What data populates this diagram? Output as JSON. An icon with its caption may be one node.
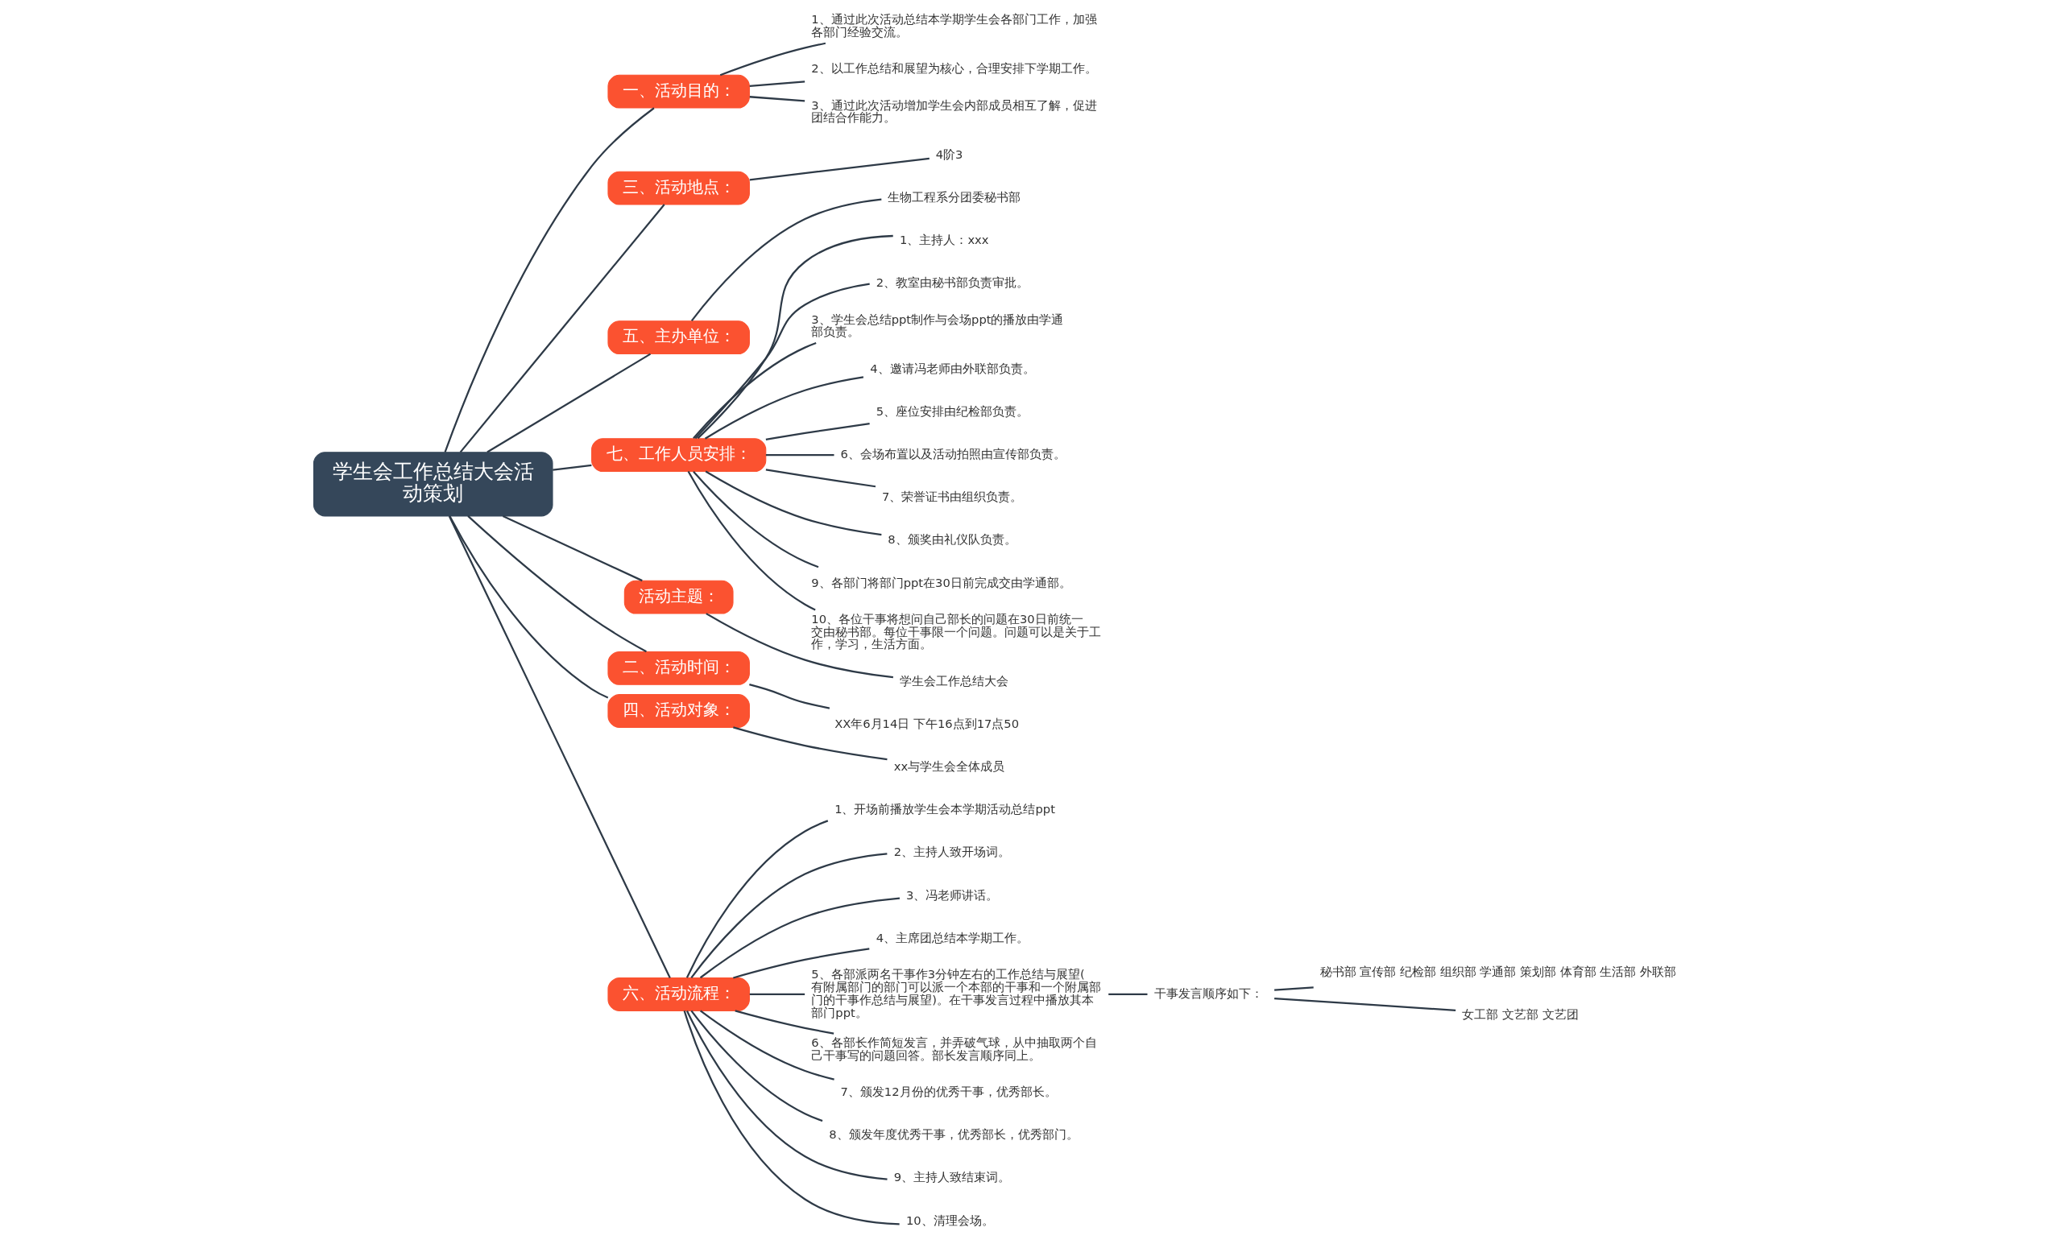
{
  "diagram": {
    "nodes": [
      {
        "text": [
          "学生会工作总结大会活动策划"
        ]
      },
      {
        "text": [
          "一、活动目的："
        ]
      },
      {
        "text": [
          "1、通过此次活动总结本学期学生会各部门工作，加强各部门经验交流。"
        ]
      },
      {
        "text": [
          "2、以工作总结和展望为核心，合理安排下学期工作。"
        ]
      },
      {
        "text": [
          "3、通过此次活动增加学生会内部成员相互了解，促进团结合作能力。"
        ]
      },
      {
        "text": [
          "三、活动地点："
        ]
      },
      {
        "text": [
          "4阶3"
        ]
      },
      {
        "text": [
          "五、主办单位："
        ]
      },
      {
        "text": [
          "生物工程系分团委秘书部"
        ]
      },
      {
        "text": [
          "七、工作人员安排："
        ]
      },
      {
        "text": [
          "1、主持人：xxx"
        ]
      },
      {
        "text": [
          "2、教室由秘书部负责审批。"
        ]
      },
      {
        "text": [
          "3、学生会总结ppt制作与会场ppt的播放由学通部负责。"
        ]
      },
      {
        "text": [
          "4、邀请冯老师由外联部负责。"
        ]
      },
      {
        "text": [
          "5、座位安排由纪检部负责。"
        ]
      },
      {
        "text": [
          "6、会场布置以及活动拍照由宣传部负责。"
        ]
      },
      {
        "text": [
          "7、荣誉证书由组织负责。"
        ]
      },
      {
        "text": [
          "8、颁奖由礼仪队负责。"
        ]
      },
      {
        "text": [
          "9、各部门将部门ppt在30日前完成交由学通部。"
        ]
      },
      {
        "text": [
          "10、各位干事将想问自己部长的问题在30日前统一交由秘书部。每位干事限一个问题。问题可以是关于工作，学习，生活方面。"
        ]
      },
      {
        "text": [
          "活动主题："
        ]
      },
      {
        "text": [
          "学生会工作总结大会"
        ]
      },
      {
        "text": [
          "二、活动时间："
        ]
      },
      {
        "text": [
          "XX年6月14日 下午16点到17点50"
        ]
      },
      {
        "text": [
          "四、活动对象："
        ]
      },
      {
        "text": [
          "xx与学生会全体成员"
        ]
      },
      {
        "text": [
          "六、活动流程："
        ]
      },
      {
        "text": [
          "1、开场前播放学生会本学期活动总结ppt"
        ]
      },
      {
        "text": [
          "2、主持人致开场词。"
        ]
      },
      {
        "text": [
          "3、冯老师讲话。"
        ]
      },
      {
        "text": [
          "4、主席团总结本学期工作。"
        ]
      },
      {
        "text": [
          "5、各部派两名干事作3分钟左右的工作总结与展望(有附属部门的部门可以派一个本部的干事和一个附属部门的干事作总结与展望)。在干事发言过程中播放其本部门ppt。"
        ]
      },
      {
        "text": [
          "干事发言顺序如下："
        ]
      },
      {
        "text": [
          "秘书部 宣传部 纪检部 组织部 学通部 策划部 体育部 生活部 外联部"
        ]
      },
      {
        "text": [
          "女工部 文艺部 文艺团"
        ]
      },
      {
        "text": [
          "6、各部长作简短发言，并弄破气球，从中抽取两个自己干事写的问题回答。部长发言顺序同上。"
        ]
      },
      {
        "text": [
          "7、颁发12月份的优秀干事，优秀部长。"
        ]
      },
      {
        "text": [
          "8、颁发年度优秀干事，优秀部长，优秀部门。"
        ]
      },
      {
        "text": [
          "9、主持人致结束词。"
        ]
      },
      {
        "text": [
          "10、清理会场。"
        ]
      }
    ],
    "edges": [
      {
        "from": 0,
        "to": 1,
        "arrow": "none"
      },
      {
        "from": 0,
        "to": 5,
        "arrow": "none"
      },
      {
        "from": 0,
        "to": 7,
        "arrow": "none"
      },
      {
        "from": 0,
        "to": 9,
        "arrow": "none"
      },
      {
        "from": 0,
        "to": 20,
        "arrow": "none"
      },
      {
        "from": 0,
        "to": 22,
        "arrow": "none"
      },
      {
        "from": 0,
        "to": 24,
        "arrow": "none"
      },
      {
        "from": 0,
        "to": 26,
        "arrow": "none"
      },
      {
        "from": 1,
        "to": 2,
        "arrow": "none"
      },
      {
        "from": 1,
        "to": 3,
        "arrow": "none"
      },
      {
        "from": 1,
        "to": 4,
        "arrow": "none"
      },
      {
        "from": 5,
        "to": 6,
        "arrow": "none"
      },
      {
        "from": 7,
        "to": 8,
        "arrow": "none"
      },
      {
        "from": 9,
        "to": 10,
        "arrow": "none"
      },
      {
        "from": 9,
        "to": 11,
        "arrow": "none"
      },
      {
        "from": 9,
        "to": 12,
        "arrow": "none"
      },
      {
        "from": 9,
        "to": 13,
        "arrow": "none"
      },
      {
        "from": 9,
        "to": 14,
        "arrow": "none"
      },
      {
        "from": 9,
        "to": 15,
        "arrow": "none"
      },
      {
        "from": 9,
        "to": 16,
        "arrow": "none"
      },
      {
        "from": 9,
        "to": 17,
        "arrow": "none"
      },
      {
        "from": 9,
        "to": 18,
        "arrow": "none"
      },
      {
        "from": 9,
        "to": 19,
        "arrow": "none"
      },
      {
        "from": 20,
        "to": 21,
        "arrow": "none"
      },
      {
        "from": 22,
        "to": 23,
        "arrow": "none"
      },
      {
        "from": 24,
        "to": 25,
        "arrow": "none"
      },
      {
        "from": 26,
        "to": 27,
        "arrow": "none"
      },
      {
        "from": 26,
        "to": 28,
        "arrow": "none"
      },
      {
        "from": 26,
        "to": 29,
        "arrow": "none"
      },
      {
        "from": 26,
        "to": 30,
        "arrow": "none"
      },
      {
        "from": 26,
        "to": 31,
        "arrow": "none"
      },
      {
        "from": 26,
        "to": 35,
        "arrow": "none"
      },
      {
        "from": 26,
        "to": 36,
        "arrow": "none"
      },
      {
        "from": 26,
        "to": 37,
        "arrow": "none"
      },
      {
        "from": 26,
        "to": 38,
        "arrow": "none"
      },
      {
        "from": 26,
        "to": 39,
        "arrow": "none"
      },
      {
        "from": 31,
        "to": 32,
        "arrow": "none"
      },
      {
        "from": 32,
        "to": 33,
        "arrow": "none"
      },
      {
        "from": 32,
        "to": 34,
        "arrow": "none"
      }
    ]
  }
}
